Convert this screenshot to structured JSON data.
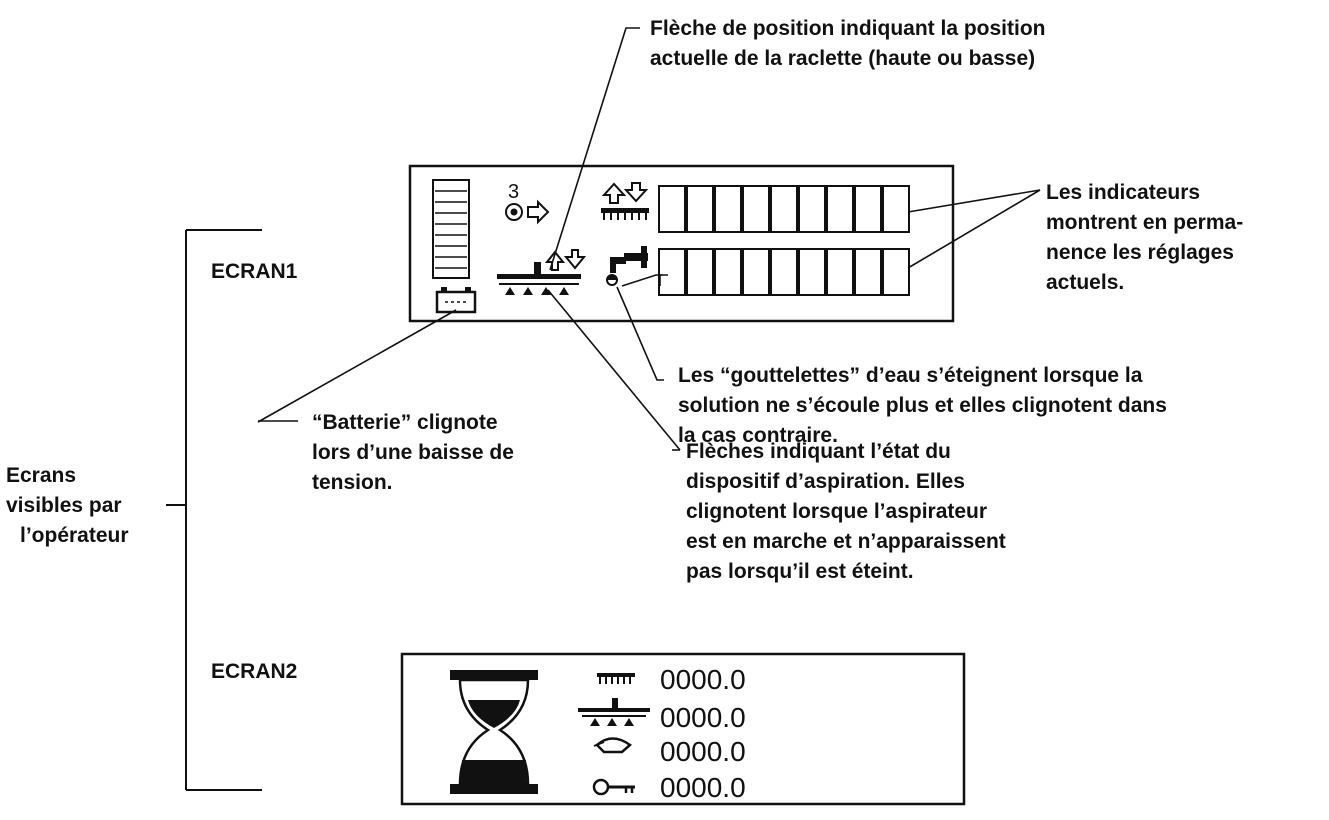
{
  "labels": {
    "ecran1": "ECRAN1",
    "ecran2": "ECRAN2",
    "ecrans_visibles": [
      "Ecrans",
      "visibles par",
      "l’opérateur"
    ]
  },
  "callouts": {
    "fleche_position": [
      "Flèche de position indiquant la position",
      "actuelle de la raclette (haute ou basse)"
    ],
    "indicateurs": [
      "Les indicateurs",
      "montrent en perma-",
      "nence les réglages",
      "actuels."
    ],
    "gouttelettes": [
      "Les “gouttelettes” d’eau s’éteignent lorsque la",
      "solution ne s’écoule plus et elles clignotent dans",
      "la cas contraire."
    ],
    "batterie": [
      "“Batterie” clignote",
      "lors d’une baisse de",
      "tension."
    ],
    "fleches_aspiration": [
      "Flèches indiquant l’état du",
      "dispositif d’aspiration. Elles",
      "clignotent lorsque l’aspirateur",
      "est en marche et n’apparaissent",
      "pas lorsqu’il est éteint."
    ]
  },
  "screen1": {
    "speed_digit": "3",
    "icons": [
      "battery-level-bar-icon",
      "battery-icon",
      "speed-knob-arrow-icon",
      "squeegee-up-down-arrows-icon",
      "vacuum-squeegee-icon",
      "brush-up-down-arrows-icon",
      "brush-icon",
      "water-faucet-icon",
      "water-droplet-icon"
    ]
  },
  "screen2": {
    "readouts": [
      {
        "icon": "brush-hours-icon",
        "value": "0000.0"
      },
      {
        "icon": "squeegee-hours-icon",
        "value": "0000.0"
      },
      {
        "icon": "pump-hours-icon",
        "value": "0000.0"
      },
      {
        "icon": "key-hours-icon",
        "value": "0000.0"
      }
    ],
    "icons": [
      "hourglass-icon"
    ]
  }
}
